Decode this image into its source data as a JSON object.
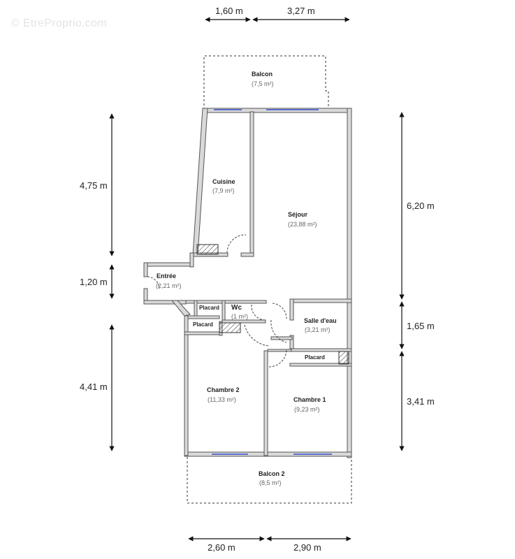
{
  "watermark": "© EtreProprio.com",
  "dimensions": {
    "top": [
      {
        "label": "1,60 m"
      },
      {
        "label": "3,27 m"
      }
    ],
    "bottom": [
      {
        "label": "2,60 m"
      },
      {
        "label": "2,90 m"
      }
    ],
    "left": [
      {
        "label": "4,75 m"
      },
      {
        "label": "1,20 m"
      },
      {
        "label": "4,41 m"
      }
    ],
    "right": [
      {
        "label": "6,20 m"
      },
      {
        "label": "1,65 m"
      },
      {
        "label": "3,41 m"
      }
    ]
  },
  "rooms": [
    {
      "name": "Balcon",
      "area": "(7,5 m²)"
    },
    {
      "name": "Cuisine",
      "area": "(7,9 m²)"
    },
    {
      "name": "Séjour",
      "area": "(23,88 m²)"
    },
    {
      "name": "Entrée",
      "area": "(2,21 m²)"
    },
    {
      "name": "Placard",
      "area": ""
    },
    {
      "name": "Wc",
      "area": "(1 m²)"
    },
    {
      "name": "Placard",
      "area": ""
    },
    {
      "name": "Salle d'eau",
      "area": "(3,21 m²)"
    },
    {
      "name": "Placard",
      "area": ""
    },
    {
      "name": "Chambre 2",
      "area": "(11,33 m²)"
    },
    {
      "name": "Chambre 1",
      "area": "(9,23 m²)"
    },
    {
      "name": "Balcon 2",
      "area": "(8,5 m²)"
    }
  ],
  "colors": {
    "wall": "#6b6b6b",
    "wall_fill": "#d9d9d9",
    "window": "#5a6fd0",
    "dim_line": "#222222"
  }
}
